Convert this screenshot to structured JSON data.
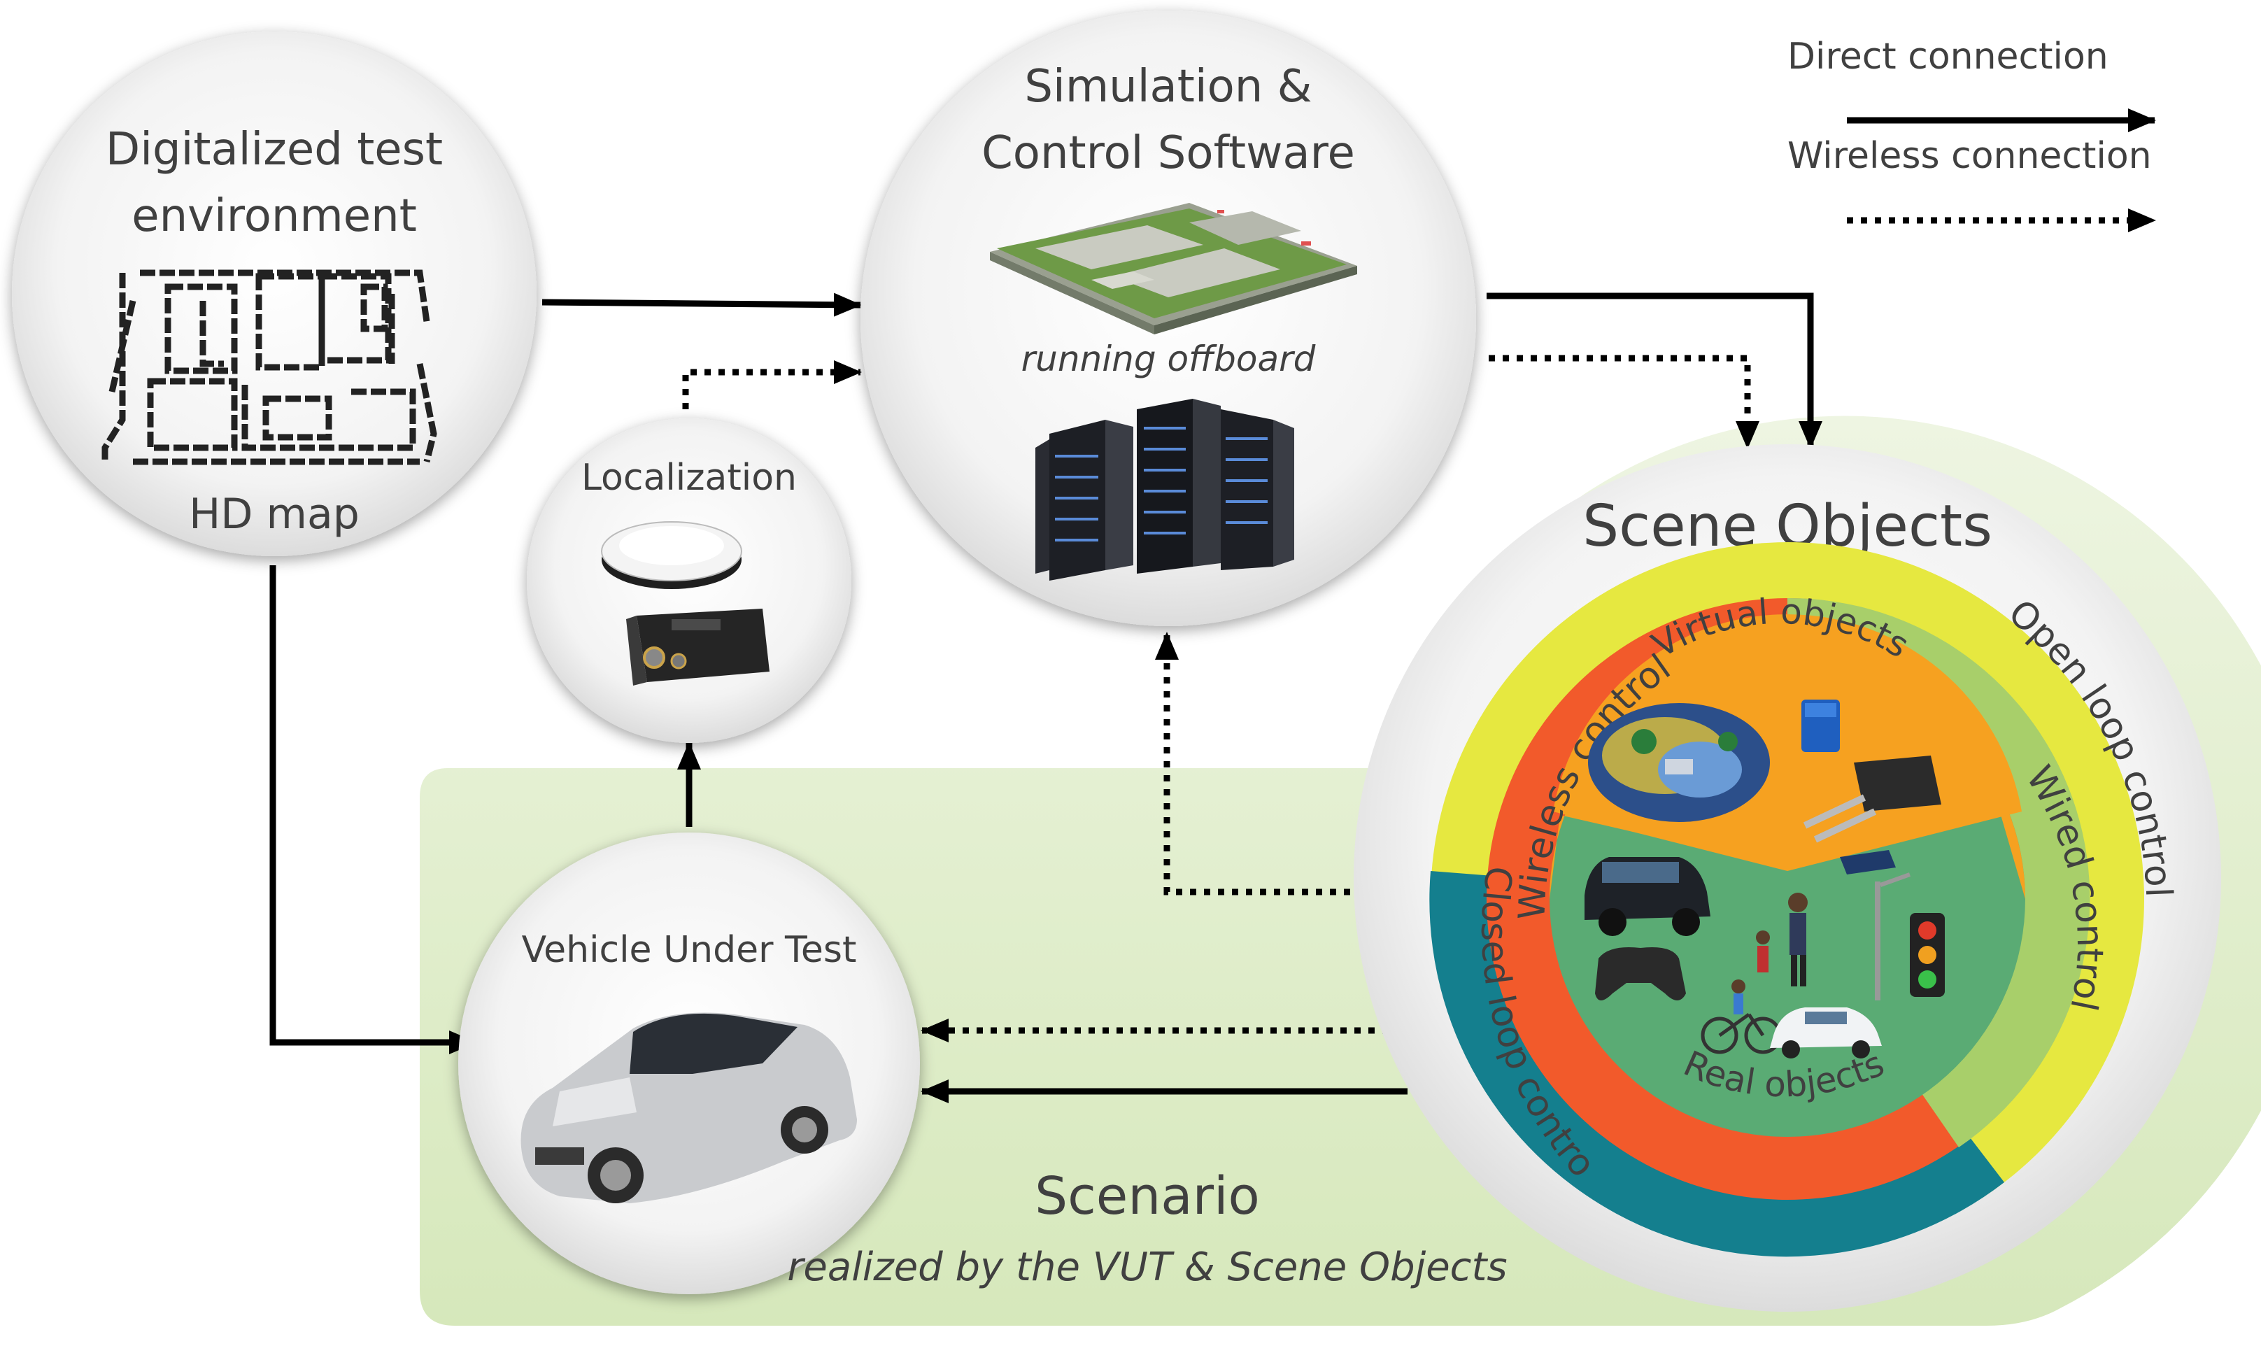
{
  "legend": {
    "direct": "Direct connection",
    "wireless": "Wireless connection"
  },
  "nodes": {
    "digital": {
      "title_line1": "Digitalized test",
      "title_line2": "environment",
      "caption": "HD map"
    },
    "simulation": {
      "title_line1": "Simulation &",
      "title_line2": "Control Software",
      "caption": "running offboard"
    },
    "localization": {
      "title": "Localization"
    },
    "vut": {
      "title": "Vehicle Under Test"
    },
    "scene": {
      "title": "Scene Objects",
      "ring_open_loop": "Open loop control",
      "ring_closed_loop": "Closed loop control",
      "ring_wireless": "Wireless control",
      "ring_wired": "Wired control",
      "virtual": "Virtual objects",
      "real": "Real objects"
    }
  },
  "scenario": {
    "title": "Scenario",
    "subtitle": "realized by the VUT & Scene Objects"
  },
  "colors": {
    "yellow": "#e6e840",
    "lightgreen": "#a8cf6a",
    "red": "#f25a2b",
    "teal": "#147f8e",
    "orange": "#f6a120",
    "midgreen": "#5aab74",
    "panel": "#e3efcf",
    "circle": "#f2f2f2"
  }
}
